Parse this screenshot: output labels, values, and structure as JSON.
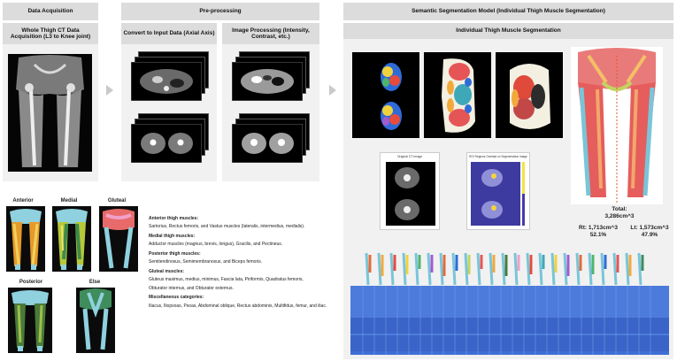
{
  "sections": {
    "data_acquisition": "Data Acquisition",
    "whole_thigh": "Whole Thigh CT Data Acquisition (L3 to Knee joint)",
    "preprocessing": "Pre-processing",
    "convert": "Convert to Input Data (Axial Axis)",
    "image_processing": "Image Processing (Intensity, Contrast, etc.)",
    "model": "Semantic Segmentation Model (Individual Thigh Muscle Segmentation)",
    "individual": "Individual Thigh Muscle Segmentation"
  },
  "views": {
    "anterior": "Anterior",
    "medial": "Medial",
    "gluteal": "Gluteal",
    "posterior": "Posterior",
    "else": "Else"
  },
  "muscle_groups": [
    {
      "title": "Anterior thigh muscles:",
      "text": "Sartorius, Rectus femoris, and Vastus muscles (lateralis, intermedius, medialis)."
    },
    {
      "title": "Medial thigh muscles:",
      "text": "Adductor muscles (magnus, brevis, longus), Gracilis, and Pectineus."
    },
    {
      "title": "Posterior thigh muscles:",
      "text": "Semitendinosus, Semimembranosus, and Biceps femoris."
    },
    {
      "title": "Gluteal muscles:",
      "text": "Gluteus maximus, medius, minimus, Fascia lata, Piriformis, Quadratus femoris,"
    },
    {
      "title": "",
      "text": "Obturator internus, and Obturator externus."
    },
    {
      "title": "Miscellaneous categories:",
      "text": "Iliacus, Iliopsoas, Psoas, Abdominal oblique, Rectus abdominis, Multifidus, femur, and iliac."
    }
  ],
  "plots": {
    "left_title": "Original CT Image",
    "right_title": "ROI Regions Overlaid on Segmentation Image"
  },
  "volume": {
    "total_label": "Total:",
    "total_value": "3,286cm^3",
    "rt_label": "Rt: 1,713cm^3",
    "rt_pct": "52.1%",
    "lt_label": "Lt: 1,573cm^3",
    "lt_pct": "47.9%"
  },
  "colors": {
    "band": "#dcdcdc",
    "panel": "#f1f1f1",
    "table_blue": "#3f6fd6",
    "bone": "#6cc7d9"
  }
}
